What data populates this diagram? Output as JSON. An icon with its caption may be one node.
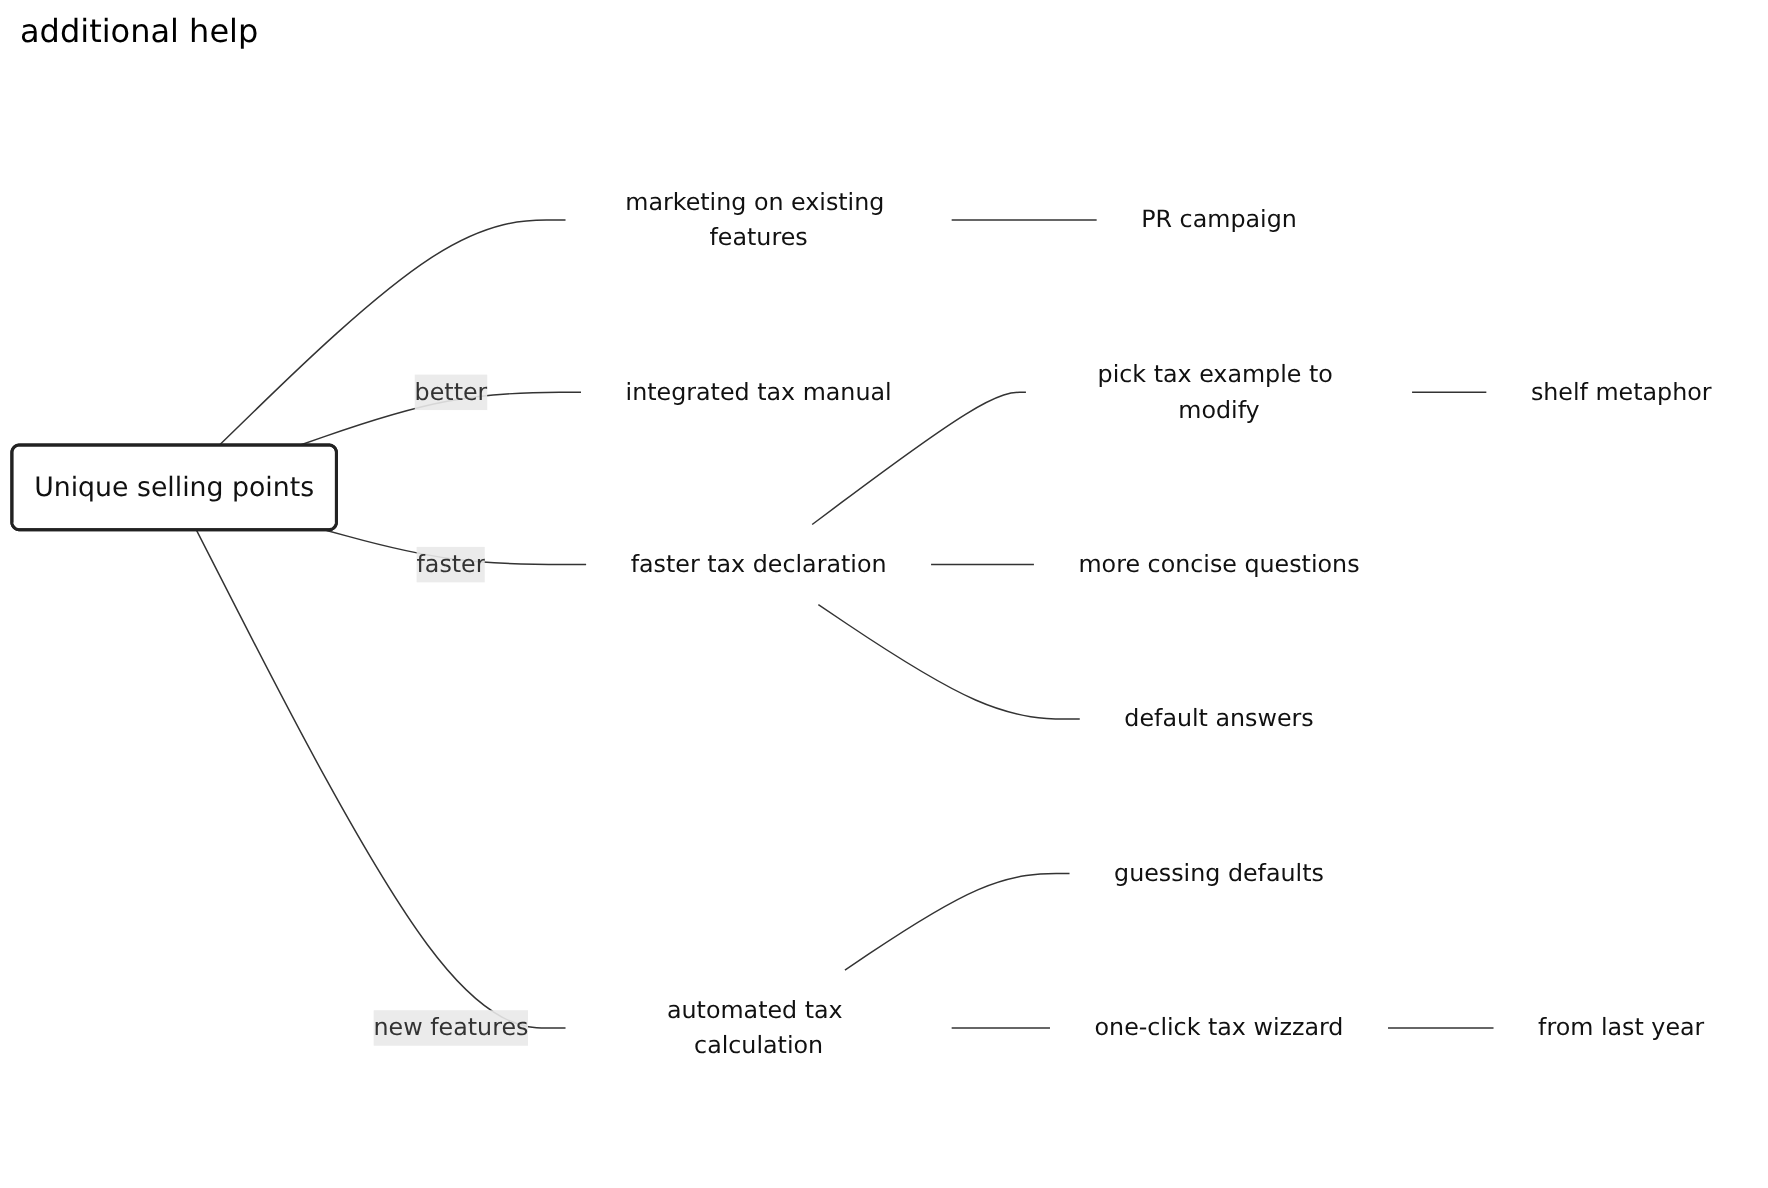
{
  "diagram": {
    "nodes": [
      {
        "text": [
          "Unique selling points"
        ]
      },
      {
        "text": [
          "marketing on existing features"
        ]
      },
      {
        "text": [
          "PR campaign"
        ]
      },
      {
        "text": [
          "integrated tax manual"
        ]
      },
      {
        "text": [
          "shelf metaphor"
        ]
      },
      {
        "text": [
          "pick tax example to modify"
        ]
      },
      {
        "text": [
          "faster tax declaration"
        ]
      },
      {
        "text": [
          "more concise questions"
        ]
      },
      {
        "text": [
          "default answers"
        ]
      },
      {
        "text": [
          "automated tax calculation"
        ]
      },
      {
        "text": [
          "guessing defaults"
        ]
      },
      {
        "text": [
          "one-click tax wizzard"
        ]
      },
      {
        "text": [
          "from last year"
        ]
      }
    ],
    "edges": [
      {
        "from": 0,
        "to": 1,
        "arrow": "none"
      },
      {
        "from": 1,
        "to": 2,
        "arrow": "none"
      },
      {
        "from": 0,
        "to": 3,
        "arrow": "none",
        "label": "better"
      },
      {
        "from": 0,
        "to": 6,
        "arrow": "none",
        "label": "faster"
      },
      {
        "from": 6,
        "to": 5,
        "arrow": "none"
      },
      {
        "from": 5,
        "to": 4,
        "arrow": "none"
      },
      {
        "from": 6,
        "to": 7,
        "arrow": "none"
      },
      {
        "from": 6,
        "to": 8,
        "arrow": "none"
      },
      {
        "from": 0,
        "to": 9,
        "arrow": "none",
        "label": "new features"
      },
      {
        "from": 9,
        "to": 10,
        "arrow": "none"
      },
      {
        "from": 9,
        "to": 11,
        "arrow": "none"
      },
      {
        "from": 11,
        "to": 12,
        "arrow": "none"
      }
    ],
    "labels": [
      "additional help"
    ]
  }
}
